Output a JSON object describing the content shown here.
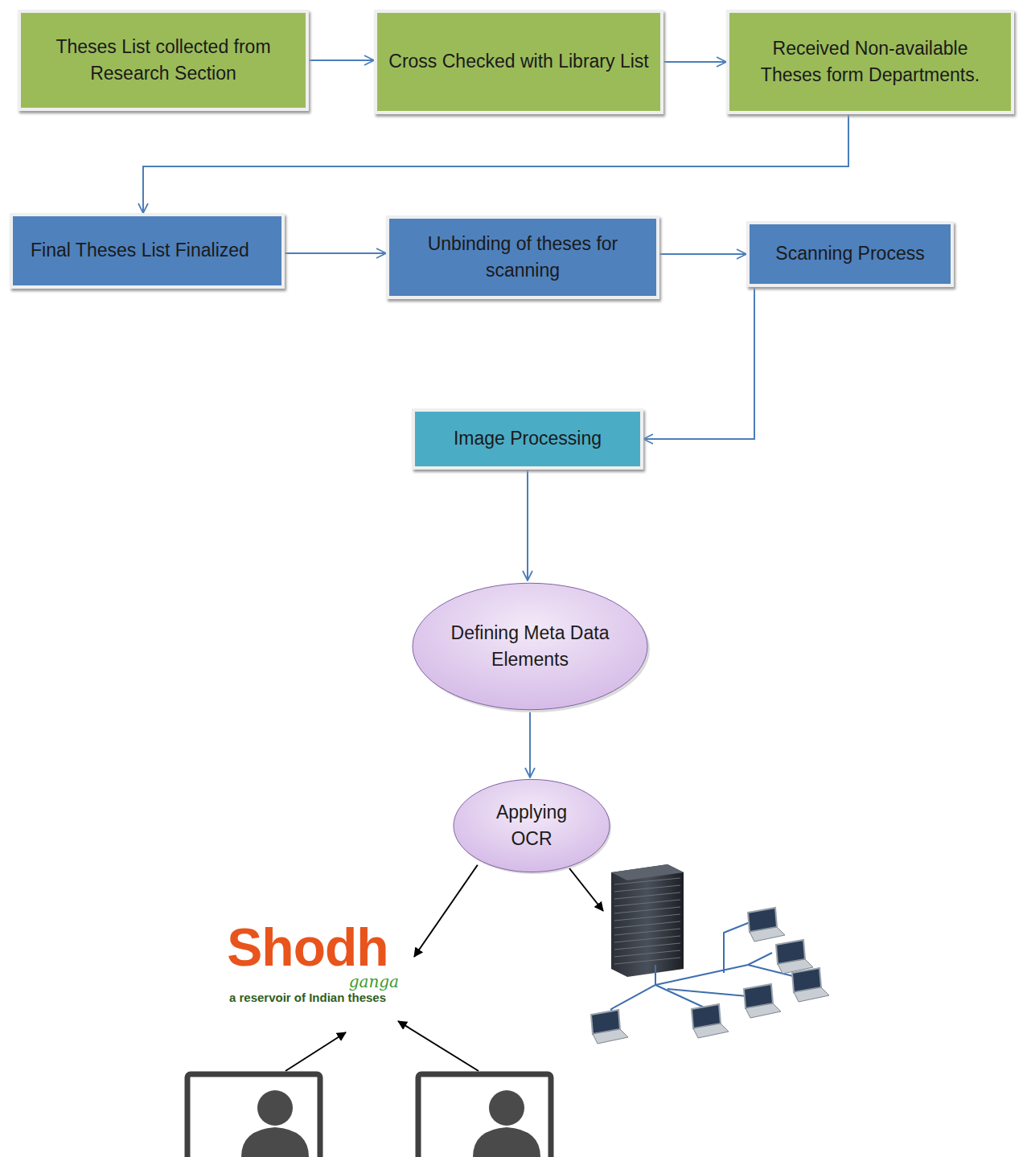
{
  "diagram": {
    "nodes": [
      {
        "text": [
          "Theses List collected from Research Section"
        ]
      },
      {
        "text": [
          "Cross Checked with Library List"
        ]
      },
      {
        "text": [
          "Received Non-available Theses form Departments."
        ]
      },
      {
        "text": [
          "Final Theses List Finalized"
        ]
      },
      {
        "text": [
          "Unbinding of theses for scanning"
        ]
      },
      {
        "text": [
          "Scanning Process"
        ]
      },
      {
        "text": [
          "Image Processing"
        ]
      },
      {
        "text": [
          "Defining Meta Data Elements"
        ]
      },
      {
        "text": [
          "Applying OCR"
        ]
      },
      {
        "text": [
          "Shodh",
          "ganga",
          "a reservoir of Indian theses"
        ]
      }
    ],
    "edges": [
      {
        "from": 0,
        "to": 1,
        "arrow": "to"
      },
      {
        "from": 1,
        "to": 2,
        "arrow": "to"
      },
      {
        "from": 2,
        "to": 3,
        "arrow": "to"
      },
      {
        "from": 3,
        "to": 4,
        "arrow": "to"
      },
      {
        "from": 4,
        "to": 5,
        "arrow": "to"
      },
      {
        "from": 5,
        "to": 6,
        "arrow": "to"
      },
      {
        "from": 6,
        "to": 7,
        "arrow": "to"
      },
      {
        "from": 7,
        "to": 8,
        "arrow": "to"
      },
      {
        "from": 8,
        "to": 9,
        "arrow": "to"
      }
    ]
  }
}
